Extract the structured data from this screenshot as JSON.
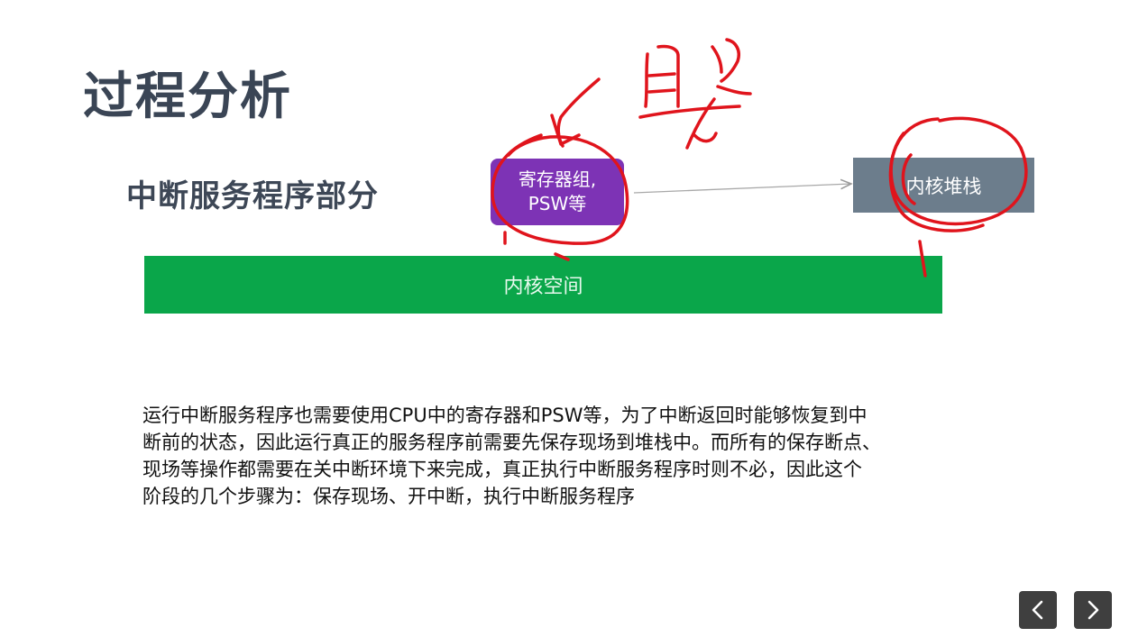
{
  "slide": {
    "title": "过程分析",
    "subtitle": "中断服务程序部分",
    "register_box": {
      "line1": "寄存器组,",
      "line2": "PSW等"
    },
    "kernel_stack_label": "内核堆栈",
    "kernel_space_label": "内核空间",
    "paragraph_lines": [
      "运行中断服务程序也需要使用CPU中的寄存器和PSW等，为了中断返回时能够恢复到中",
      "断前的状态，因此运行真正的服务程序前需要先保存现场到堆栈中。而所有的保存断点、",
      "现场等操作都需要在关中断环境下来完成，真正执行中断服务程序时则不必，因此这个",
      "阶段的几个步骤为：保存现场、开中断，执行中断服务程序"
    ]
  },
  "colors": {
    "title": "#3a4555",
    "register_box": "#7d33b5",
    "kernel_stack_box": "#6c7d8c",
    "kernel_space_bar": "#0aa64a",
    "annotation_ink": "#e0141c",
    "nav_button": "#3f3f3f"
  },
  "navigation": {
    "prev_icon": "chevron-left-icon",
    "next_icon": "chevron-right-icon"
  }
}
